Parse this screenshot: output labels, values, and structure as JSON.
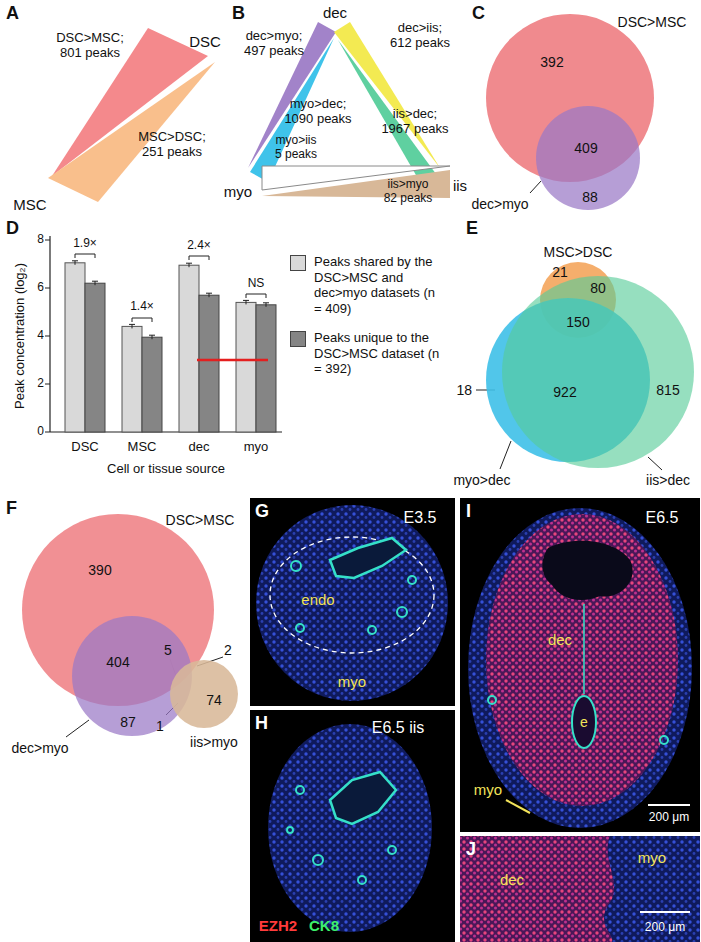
{
  "diagram": {
    "nodes": [
      {
        "text": [
          "DSC>MSC; 801 peaks"
        ]
      },
      {
        "text": [
          "MSC>DSC; 251 peaks"
        ]
      },
      {
        "text": [
          "dec>myo; 497 peaks"
        ]
      },
      {
        "text": [
          "myo>dec; 1090 peaks"
        ]
      },
      {
        "text": [
          "dec>iis; 612 peaks"
        ]
      },
      {
        "text": [
          "iis>dec; 1967 peaks"
        ]
      },
      {
        "text": [
          "myo>iis 5 peaks"
        ]
      },
      {
        "text": [
          "iis>myo 82 peaks"
        ]
      },
      {
        "text": [
          "DSC>MSC"
        ]
      },
      {
        "text": [
          "dec>myo"
        ]
      },
      {
        "text": [
          "MSC>DSC"
        ]
      },
      {
        "text": [
          "myo>dec"
        ]
      },
      {
        "text": [
          "iis>dec"
        ]
      },
      {
        "text": [
          "DSC>MSC"
        ]
      },
      {
        "text": [
          "dec>myo"
        ]
      },
      {
        "text": [
          "iis>myo"
        ]
      }
    ],
    "labels": [
      "A",
      "DSC",
      "MSC",
      "B",
      "dec",
      "myo",
      "iis",
      "C",
      "392",
      "409",
      "88",
      "D",
      "1.9×",
      "1.4×",
      "2.4×",
      "NS",
      "8",
      "6",
      "4",
      "2",
      "0",
      "Peak concentration (log₂)",
      "DSC",
      "MSC",
      "dec",
      "myo",
      "Cell or tissue source",
      "E",
      "21",
      "80",
      "150",
      "18",
      "922",
      "815",
      "F",
      "390",
      "2",
      "5",
      "404",
      "1",
      "87",
      "74",
      "G",
      "E3.5",
      "endo",
      "myo",
      "H",
      "E6.5 iis",
      "EZH2",
      "CK8",
      "I",
      "E6.5",
      "dec",
      "e",
      "myo",
      "200 μm",
      "J",
      "dec",
      "myo",
      "200 μm"
    ],
    "legend": [
      {
        "text": "Peaks shared by the DSC>MSC and dec>myo datasets (n = 409)",
        "color": "#d9d9d9"
      },
      {
        "text": "Peaks unique to the DSC>MSC dataset (n = 392)",
        "color": "#858585"
      }
    ]
  }
}
